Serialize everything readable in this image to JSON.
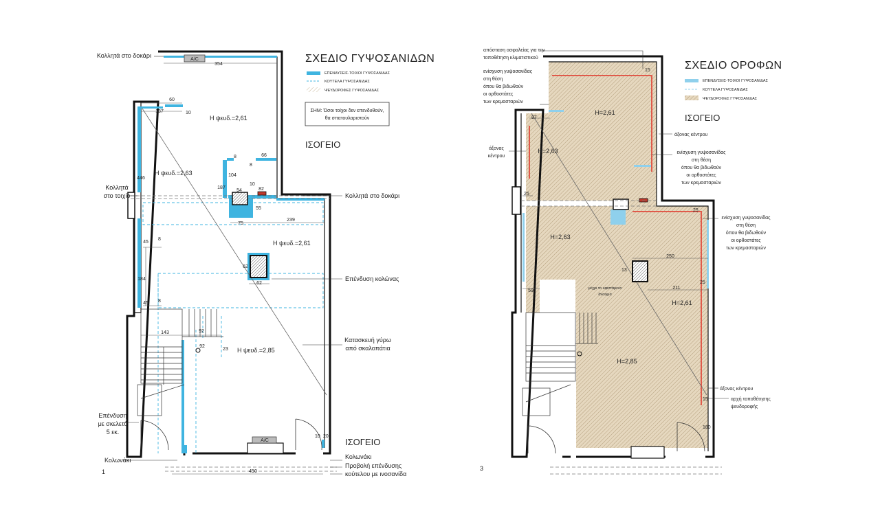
{
  "plan1": {
    "title": "ΣΧΕΔΙΟ ΓΥΨΟΣΑΝΙΔΩΝ",
    "subtitle": "ΙΣΟΓΕΙΟ",
    "legend": [
      {
        "label": "ΕΠΕΝΔΥΣΕΙΣ-ΤΟΙΧΟΙ ΓΥΨΟΣΑΝΙΔΑΣ",
        "swatch": "solid",
        "color": "#3fb4e0"
      },
      {
        "label": "ΚΟΥΤΕΛΑ ΓΥΨΟΣΑΝΙΔΑΣ",
        "swatch": "dashed",
        "color": "#3fb4e0"
      },
      {
        "label": "ΨΕΥΔΟΡΟΦΕΣ ΓΥΨΟΣΑΝΙΔΑΣ",
        "swatch": "hatch",
        "color": "#c9b79a"
      }
    ],
    "note_line1": "ΣΗΜ: Όσοι τοίχοι δεν επενδυθούν,",
    "note_line2": "θα σπατουλαριστούν",
    "labels": {
      "beam_top": "Κολλητά στο δοκάρι",
      "wall": "Κολλητά",
      "wall2": "στο τοιχίο",
      "beam_right": "Κολλητά στο δοκάρι",
      "column_cladding": "Επένδυση κολώνας",
      "stair1": "Κατασκευή γύρω",
      "stair2": "από σκαλοπάτια",
      "cladding1": "Επένδυση",
      "cladding2": "με σκελετό",
      "cladding3": "5 εκ.",
      "column_left": "Κολωνάκι",
      "column_right": "Κολωνάκι",
      "projection1": "Προβολή επένδυσης",
      "projection2": "κούτελου με ινοσανίδα",
      "floor_label": "ΙΣΟΓΕΙΟ"
    },
    "heights": {
      "h1": "Η ψευδ.=2,61",
      "h2": "Η ψευδ.=2,63",
      "h3": "Η ψευδ.=2,61",
      "h4": "Η ψευδ.=2,85"
    },
    "ac": "A/C",
    "page_number": "1",
    "dims": [
      "354",
      "60",
      "137",
      "10",
      "66",
      "8",
      "8",
      "104",
      "187",
      "10",
      "54",
      "82",
      "55",
      "75",
      "239",
      "446",
      "45",
      "8",
      "184",
      "45",
      "8",
      "62",
      "62",
      "143",
      "92",
      "92",
      "23",
      "10",
      "20",
      "450"
    ]
  },
  "plan2": {
    "title": "ΣΧΕΔΙΟ ΟΡΟΦΩΝ",
    "subtitle": "ΙΣΟΓΕΙΟ",
    "legend": [
      {
        "label": "ΕΠΕΝΔΥΣΕΙΣ-ΤΟΙΧΟΙ ΓΥΨΟΣΑΝΙΔΑΣ",
        "swatch": "solid",
        "color": "#8fd0ec"
      },
      {
        "label": "ΚΟΥΤΕΛΑ ΓΥΨΟΣΑΝΙΔΑΣ",
        "swatch": "dashed",
        "color": "#8fd0ec"
      },
      {
        "label": "ΨΕΥΔΟΡΟΦΕΣ ΓΥΨΟΣΑΝΙΔΑΣ",
        "swatch": "hatch",
        "color": "#c9b79a"
      }
    ],
    "labels": {
      "ac_dist1": "απόσταση ασφαλείας για την",
      "ac_dist2": "τοποθέτηση κλιματιστικού",
      "reinf_a1": "ενίσχυση γυψοσανίδας",
      "reinf_a2": "στη θέση",
      "reinf_a3": "όπου θα βιδωθούν",
      "reinf_a4": "οι ορθοστάτες",
      "reinf_a5": "των κρεμασταριών",
      "axis_left1": "άξονας",
      "axis_left2": "κέντρου",
      "axis_center": "άξονας κέντρου",
      "reinf_b1": "ενίσχυση γυψοσανίδας",
      "reinf_b2": "στη θέση",
      "reinf_b3": "όπου θα βιδωθούν",
      "reinf_b4": "οι ορθοστάτες",
      "reinf_b5": "των κρεμασταριών",
      "reinf_c1": "ενίσχυση γυψοσανίδας",
      "reinf_c2": "στη θέση",
      "reinf_c3": "όπου θα βιδωθούν",
      "reinf_c4": "οι ορθοστάτες",
      "reinf_c5": "των κρεμασταριών",
      "axis_bottom": "άξονας κέντρου",
      "start1": "αρχή τοποθέτησης",
      "start2": "ψευδοροφής",
      "opening1": "μέχρι το υφιστάμενο",
      "opening2": "άνοιγμα"
    },
    "heights": {
      "h1": "H=2,61",
      "h2": "H=2,63",
      "h3": "H=2,63",
      "h4": "H=2,61",
      "h5": "H=2,85"
    },
    "page_number": "3",
    "dims": [
      "15",
      "87",
      "25",
      "250",
      "13",
      "211",
      "59",
      "25",
      "25",
      "180",
      "15"
    ]
  }
}
